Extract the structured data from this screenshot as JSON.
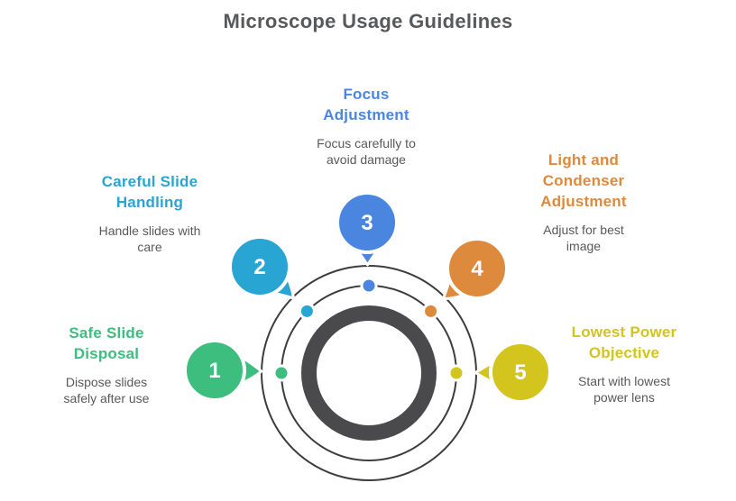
{
  "title": "Microscope Usage Guidelines",
  "colors": {
    "title_text": "#58595b",
    "body_text": "#595959",
    "orbit_stroke": "#3d3d3f",
    "lens_ring": "#4a4a4d",
    "background": "#ffffff",
    "number_text": "#ffffff"
  },
  "items": [
    {
      "number": "1",
      "color": "#3dbd7e",
      "title": "Safe Slide\nDisposal",
      "description": "Dispose slides\nsafely after use"
    },
    {
      "number": "2",
      "color": "#29a5d4",
      "title": "Careful Slide\nHandling",
      "description": "Handle slides with\ncare"
    },
    {
      "number": "3",
      "color": "#4a86e0",
      "title": "Focus\nAdjustment",
      "description": "Focus carefully to\navoid damage"
    },
    {
      "number": "4",
      "color": "#dd8a3c",
      "title": "Light and\nCondenser\nAdjustment",
      "description": "Adjust for best\nimage"
    },
    {
      "number": "5",
      "color": "#d3c41e",
      "title": "Lowest Power\nObjective",
      "description": "Start with lowest\npower lens"
    }
  ]
}
